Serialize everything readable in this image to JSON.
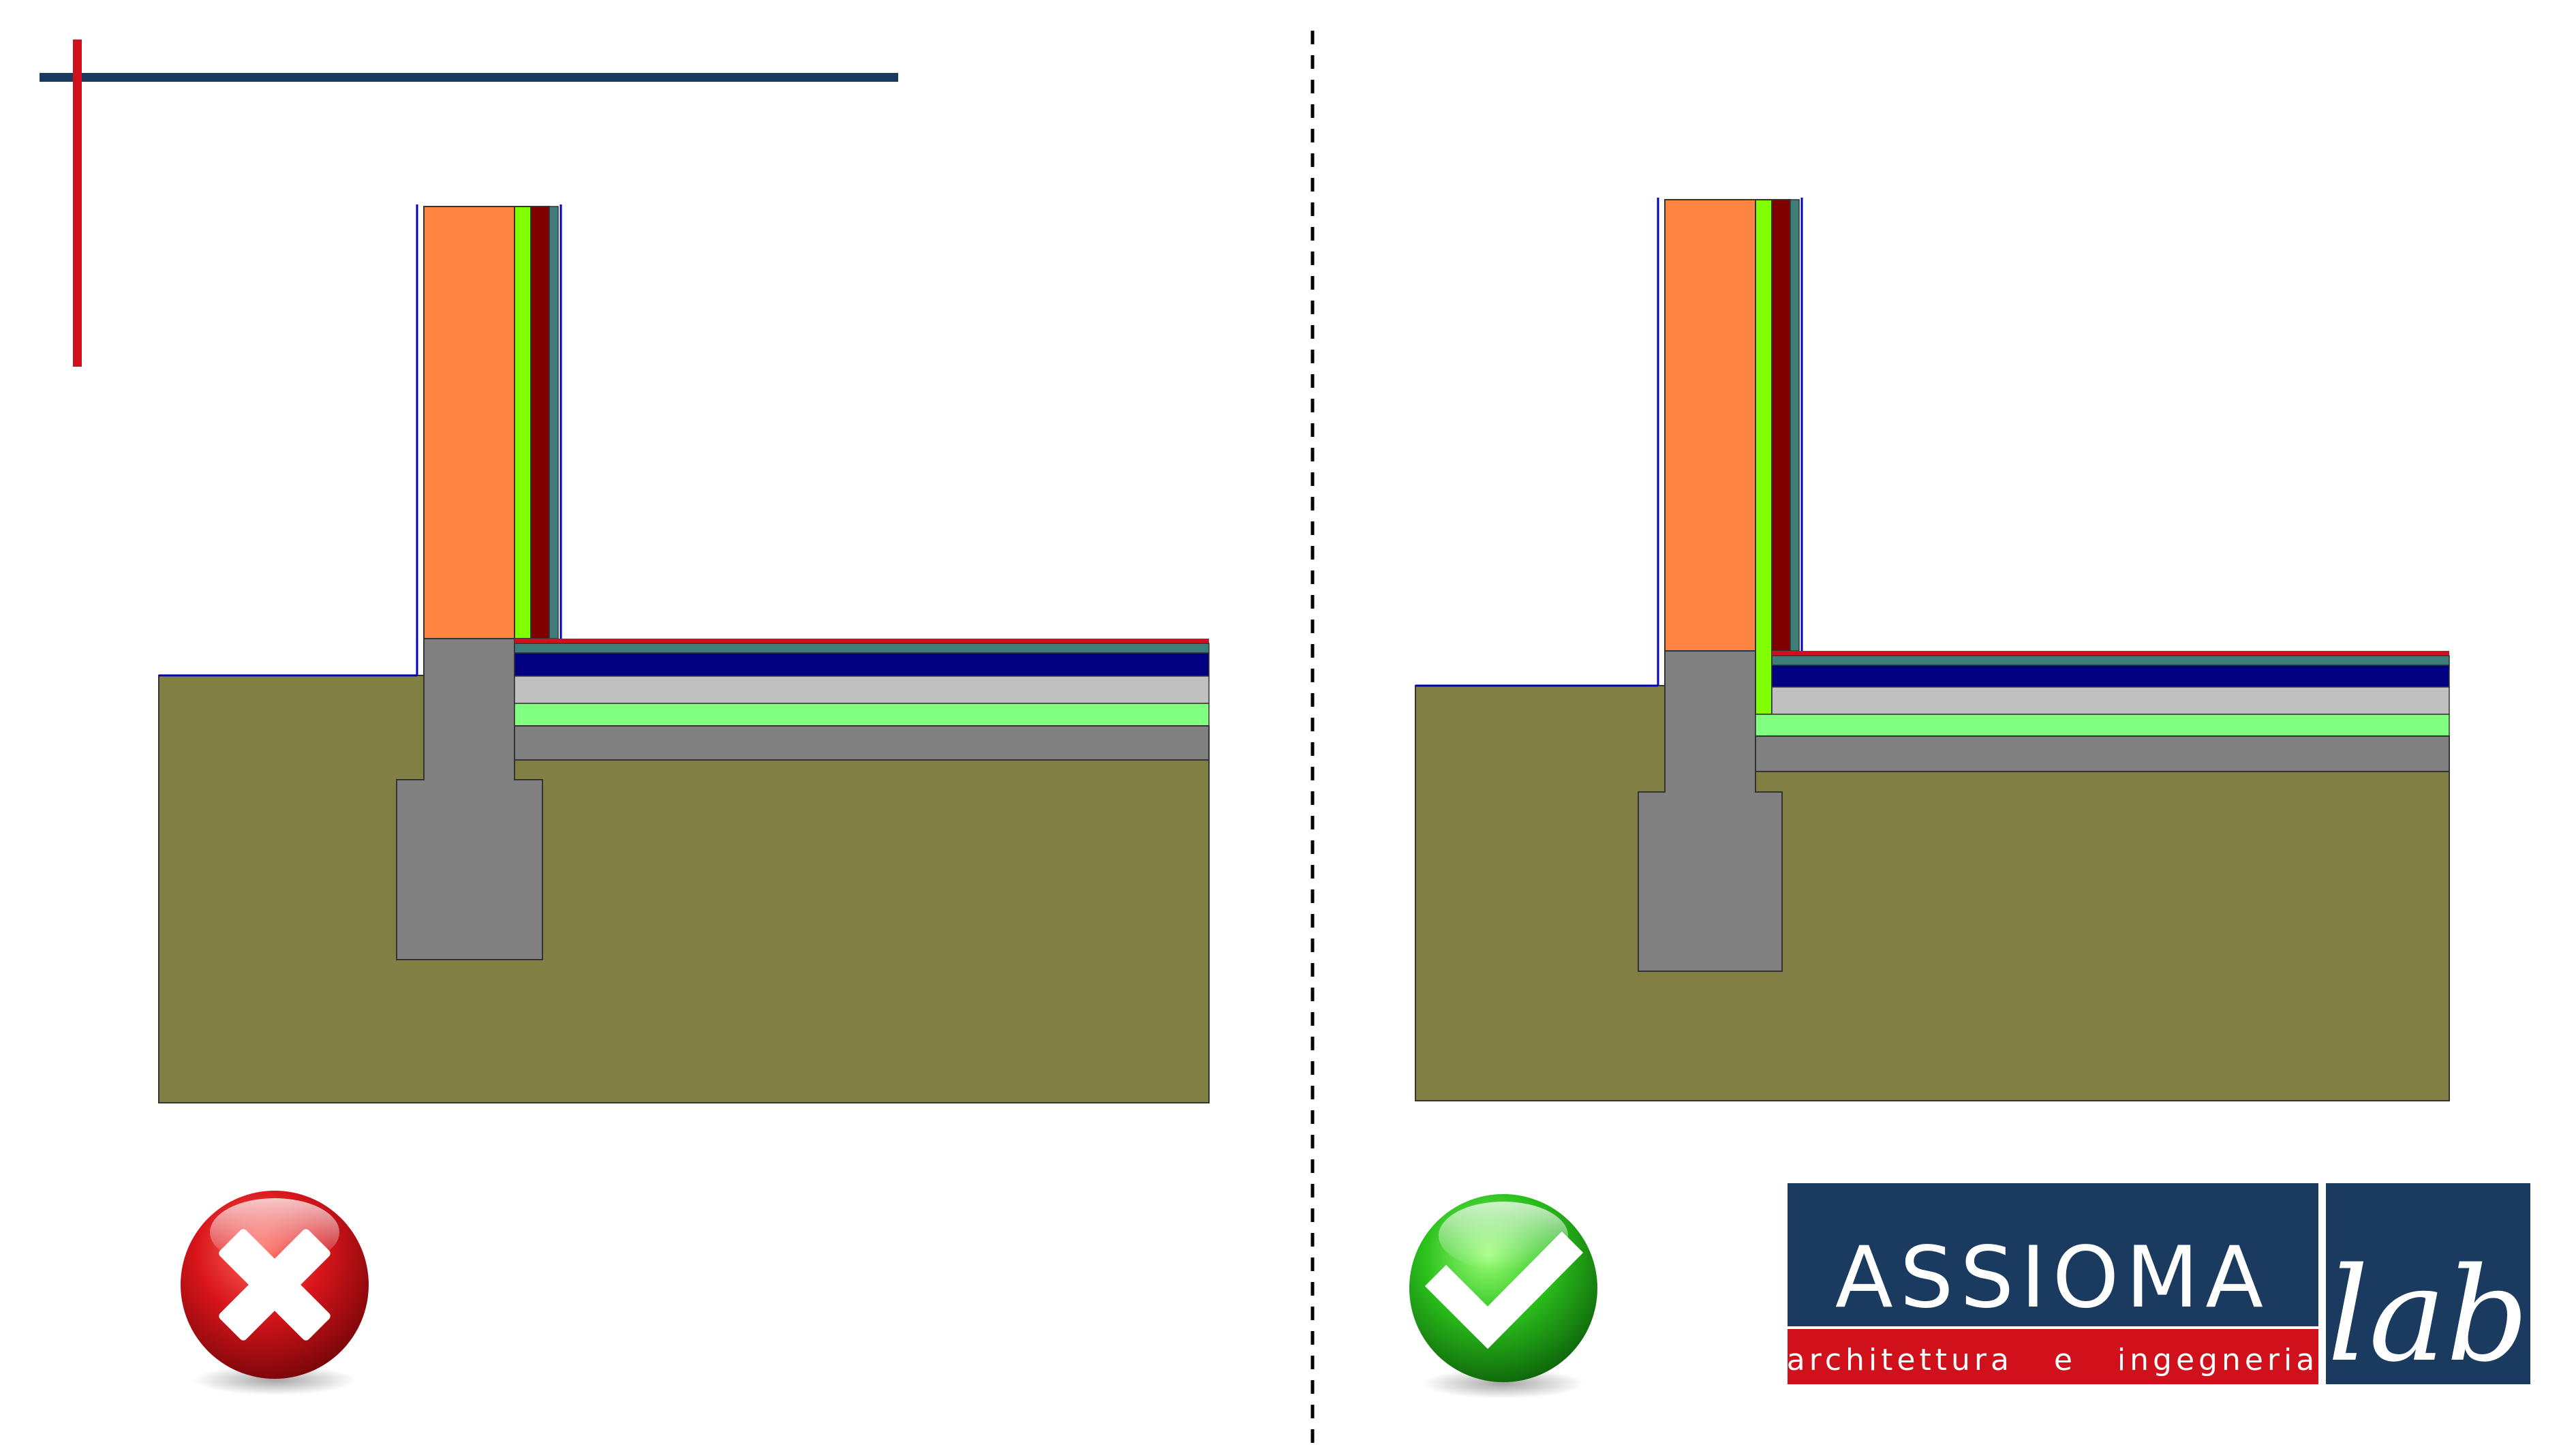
{
  "logo": {
    "brand": "ASSIOMA",
    "subtitle": "architettura   e   ingegneria",
    "lab": "lab"
  },
  "colors": {
    "navy": "#1B3A5F",
    "red": "#D0101A",
    "soil": "#827F44",
    "concrete": "#808080",
    "brick": "#FF8442",
    "insulation_green": "#80FF00",
    "waterproof_maroon": "#800000",
    "screed_navy": "#000080",
    "teal_layer": "#3E7D7A",
    "light_grey": "#C0C0C0",
    "light_green": "#80FF80",
    "outline_blue": "#0000C0"
  },
  "icons": {
    "wrong": "red-cross-icon",
    "correct": "green-check-icon"
  }
}
